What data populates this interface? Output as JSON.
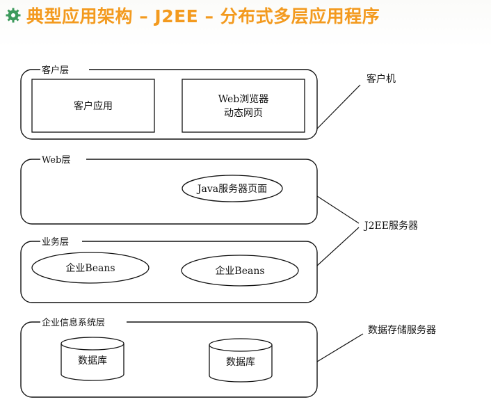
{
  "title": "典型应用架构 – J2EE – 分布式多层应用程序",
  "title_color": "#f39a1e",
  "icons": {
    "bullet": "settings-gear-icon"
  },
  "tiers": {
    "client": {
      "label": "客户层",
      "box1": "客户应用",
      "box2_line1": "Web浏览器",
      "box2_line2": "动态网页"
    },
    "web": {
      "label": "Web层",
      "component": "Java服务器页面"
    },
    "business": {
      "label": "业务层",
      "bean1": "企业Beans",
      "bean2": "企业Beans"
    },
    "eis": {
      "label": "企业信息系统层",
      "db1": "数据库",
      "db2": "数据库"
    }
  },
  "machines": {
    "client": "客户机",
    "server": "J2EE服务器",
    "storage": "数据存储服务器"
  }
}
